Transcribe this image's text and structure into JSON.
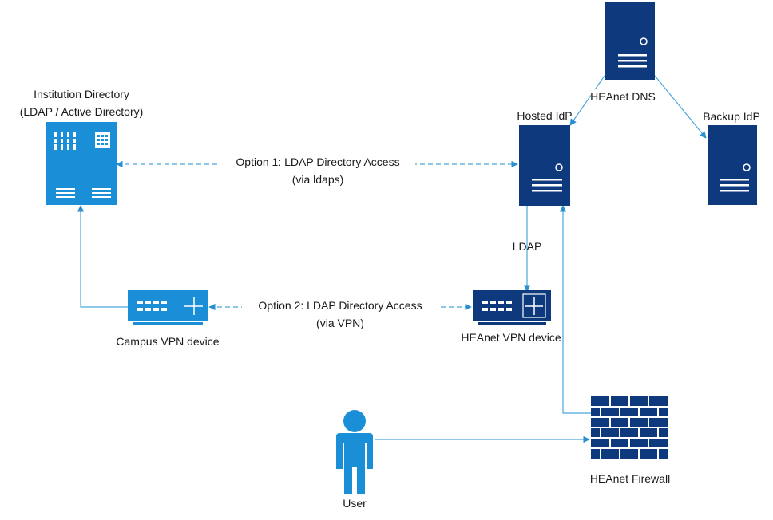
{
  "nodes": {
    "institution_directory": {
      "line1": "Institution Directory",
      "line2": "(LDAP / Active Directory)"
    },
    "heanet_dns": {
      "label": "HEAnet DNS"
    },
    "hosted_idp": {
      "label": "Hosted IdP"
    },
    "backup_idp": {
      "label": "Backup IdP"
    },
    "campus_vpn": {
      "label": "Campus VPN device"
    },
    "heanet_vpn": {
      "label": "HEAnet VPN device"
    },
    "heanet_firewall": {
      "label": "HEAnet Firewall"
    },
    "user": {
      "label": "User"
    }
  },
  "edges": {
    "option1": {
      "line1": "Option 1: LDAP Directory Access",
      "line2": "(via ldaps)"
    },
    "option2": {
      "line1": "Option 2: LDAP Directory Access",
      "line2": "(via VPN)"
    },
    "ldap": {
      "label": "LDAP"
    }
  },
  "colors": {
    "light_blue": "#1a8fd8",
    "dark_blue": "#0e3a7d",
    "connector": "#4aa8dc"
  },
  "icons": {
    "institution_directory": "directory-server-icon",
    "heanet_dns": "server-tower-icon",
    "hosted_idp": "server-tower-icon",
    "backup_idp": "server-tower-icon",
    "campus_vpn": "vpn-router-icon",
    "heanet_vpn": "vpn-router-icon",
    "heanet_firewall": "firewall-icon",
    "user": "user-icon"
  }
}
